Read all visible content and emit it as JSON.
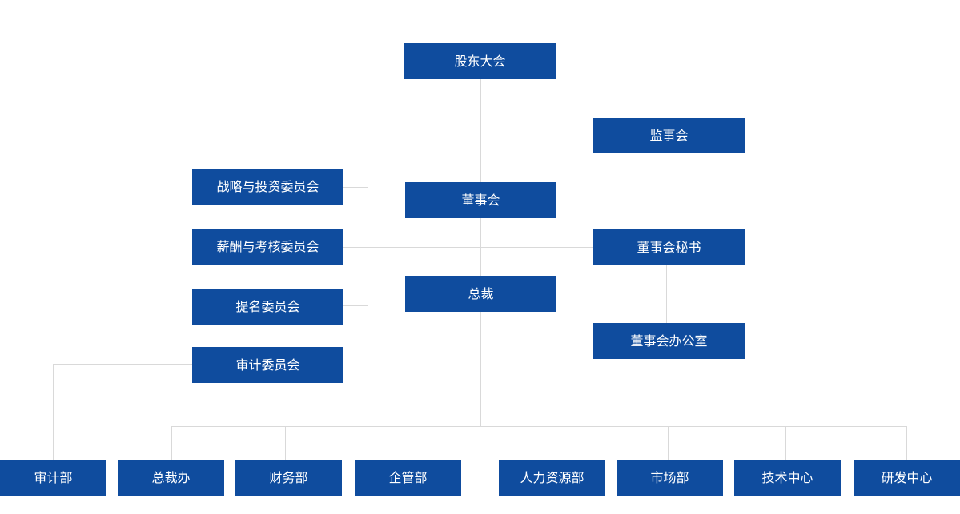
{
  "colors": {
    "box_fill": "#0f4c9e",
    "box_text": "#ffffff",
    "connector": "#d9d9d9",
    "background": "#ffffff"
  },
  "nodes": {
    "shareholders_meeting": "股东大会",
    "supervisory_board": "监事会",
    "board_of_directors": "董事会",
    "board_secretary": "董事会秘书",
    "board_office": "董事会办公室",
    "president": "总裁",
    "strategy_investment_committee": "战略与投资委员会",
    "compensation_assessment_committee": "薪酬与考核委员会",
    "nomination_committee": "提名委员会",
    "audit_committee": "审计委员会"
  },
  "departments": [
    "审计部",
    "总裁办",
    "财务部",
    "企管部",
    "人力资源部",
    "市场部",
    "技术中心",
    "研发中心"
  ]
}
